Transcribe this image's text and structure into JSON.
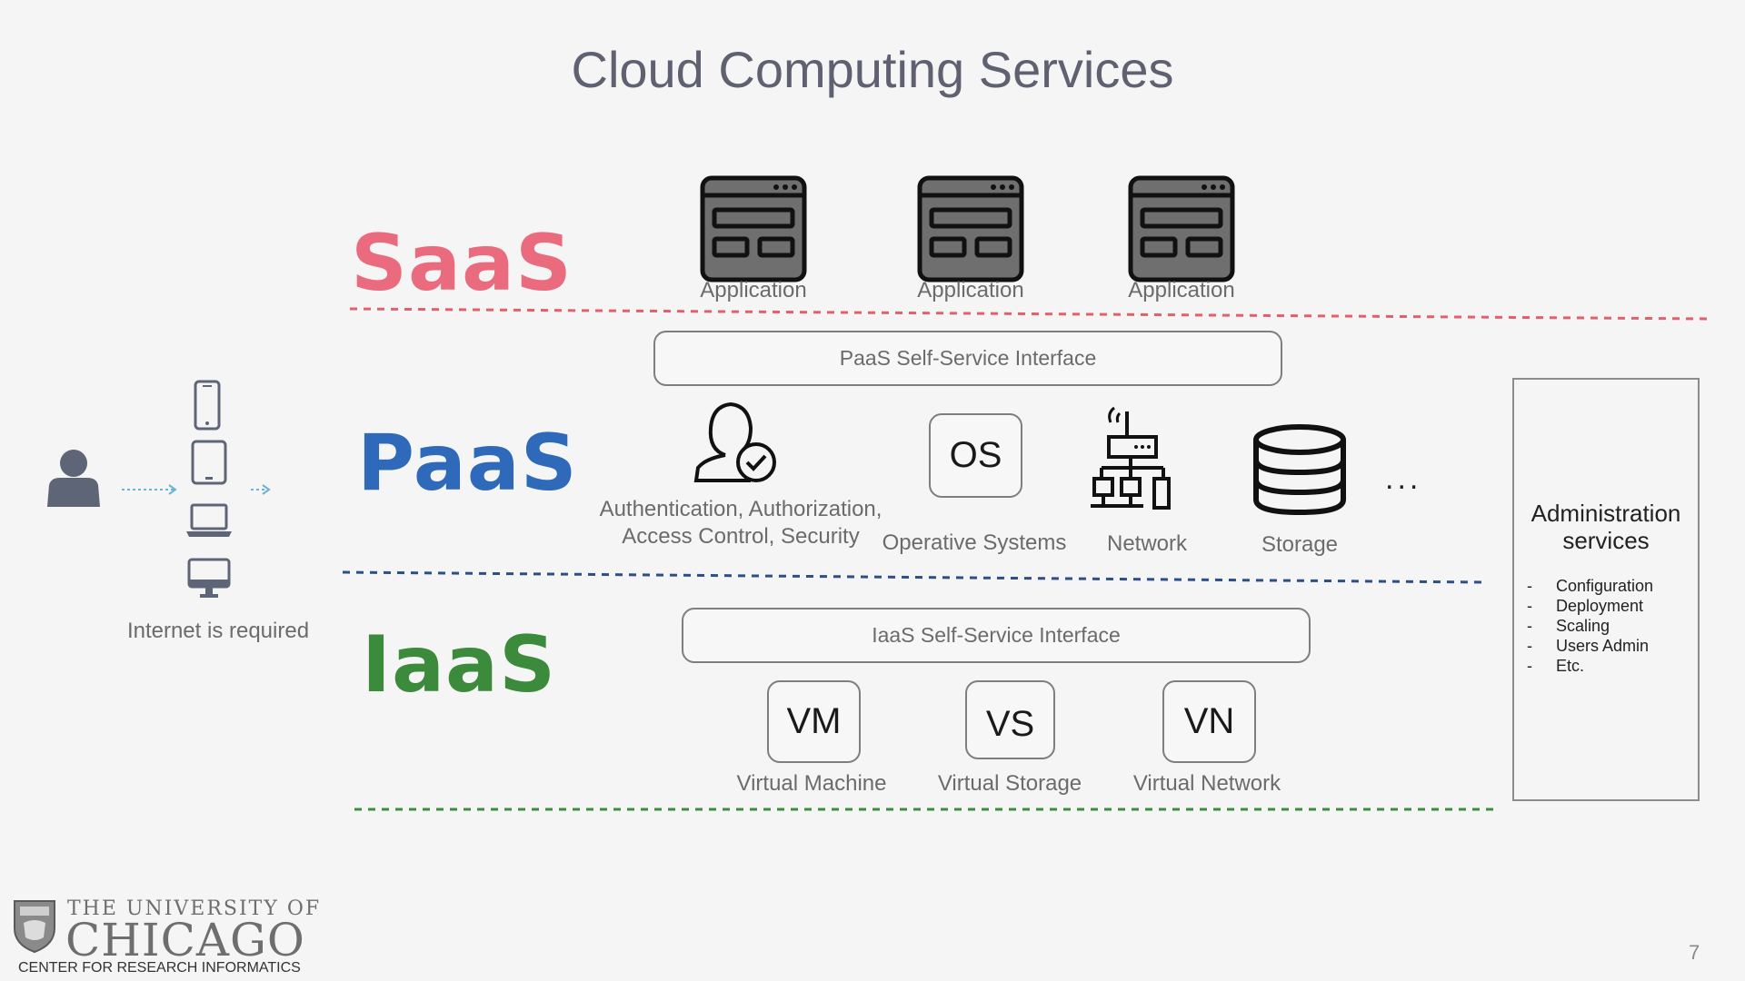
{
  "title": "Cloud Computing Services",
  "tiers": {
    "saas": {
      "label": "SaaS",
      "color": "#ea6b7d"
    },
    "paas": {
      "label": "PaaS",
      "color": "#2f69b9"
    },
    "iaas": {
      "label": "IaaS",
      "color": "#3c8a3c"
    }
  },
  "client": {
    "caption": "Internet is required"
  },
  "saas": {
    "apps": [
      "Application",
      "Application",
      "Application"
    ]
  },
  "paas": {
    "interface": "PaaS Self-Service Interface",
    "auth_label_line1": "Authentication, Authorization,",
    "auth_label_line2": "Access Control, Security",
    "os_abbr": "OS",
    "os_label": "Operative Systems",
    "network_label": "Network",
    "storage_label": "Storage",
    "more": "..."
  },
  "iaas": {
    "interface": "IaaS Self-Service Interface",
    "items": [
      {
        "abbr": "VM",
        "label": "Virtual Machine"
      },
      {
        "abbr": "VS",
        "label": "Virtual Storage"
      },
      {
        "abbr": "VN",
        "label": "Virtual Network"
      }
    ]
  },
  "admin": {
    "title_line1": "Administration",
    "title_line2": "services",
    "items": [
      "Configuration",
      "Deployment",
      "Scaling",
      "Users Admin",
      "Etc."
    ]
  },
  "logo": {
    "line1": "THE UNIVERSITY OF",
    "line2": "CHICAGO",
    "line3": "CENTER FOR RESEARCH INFORMATICS"
  },
  "page_number": "7"
}
